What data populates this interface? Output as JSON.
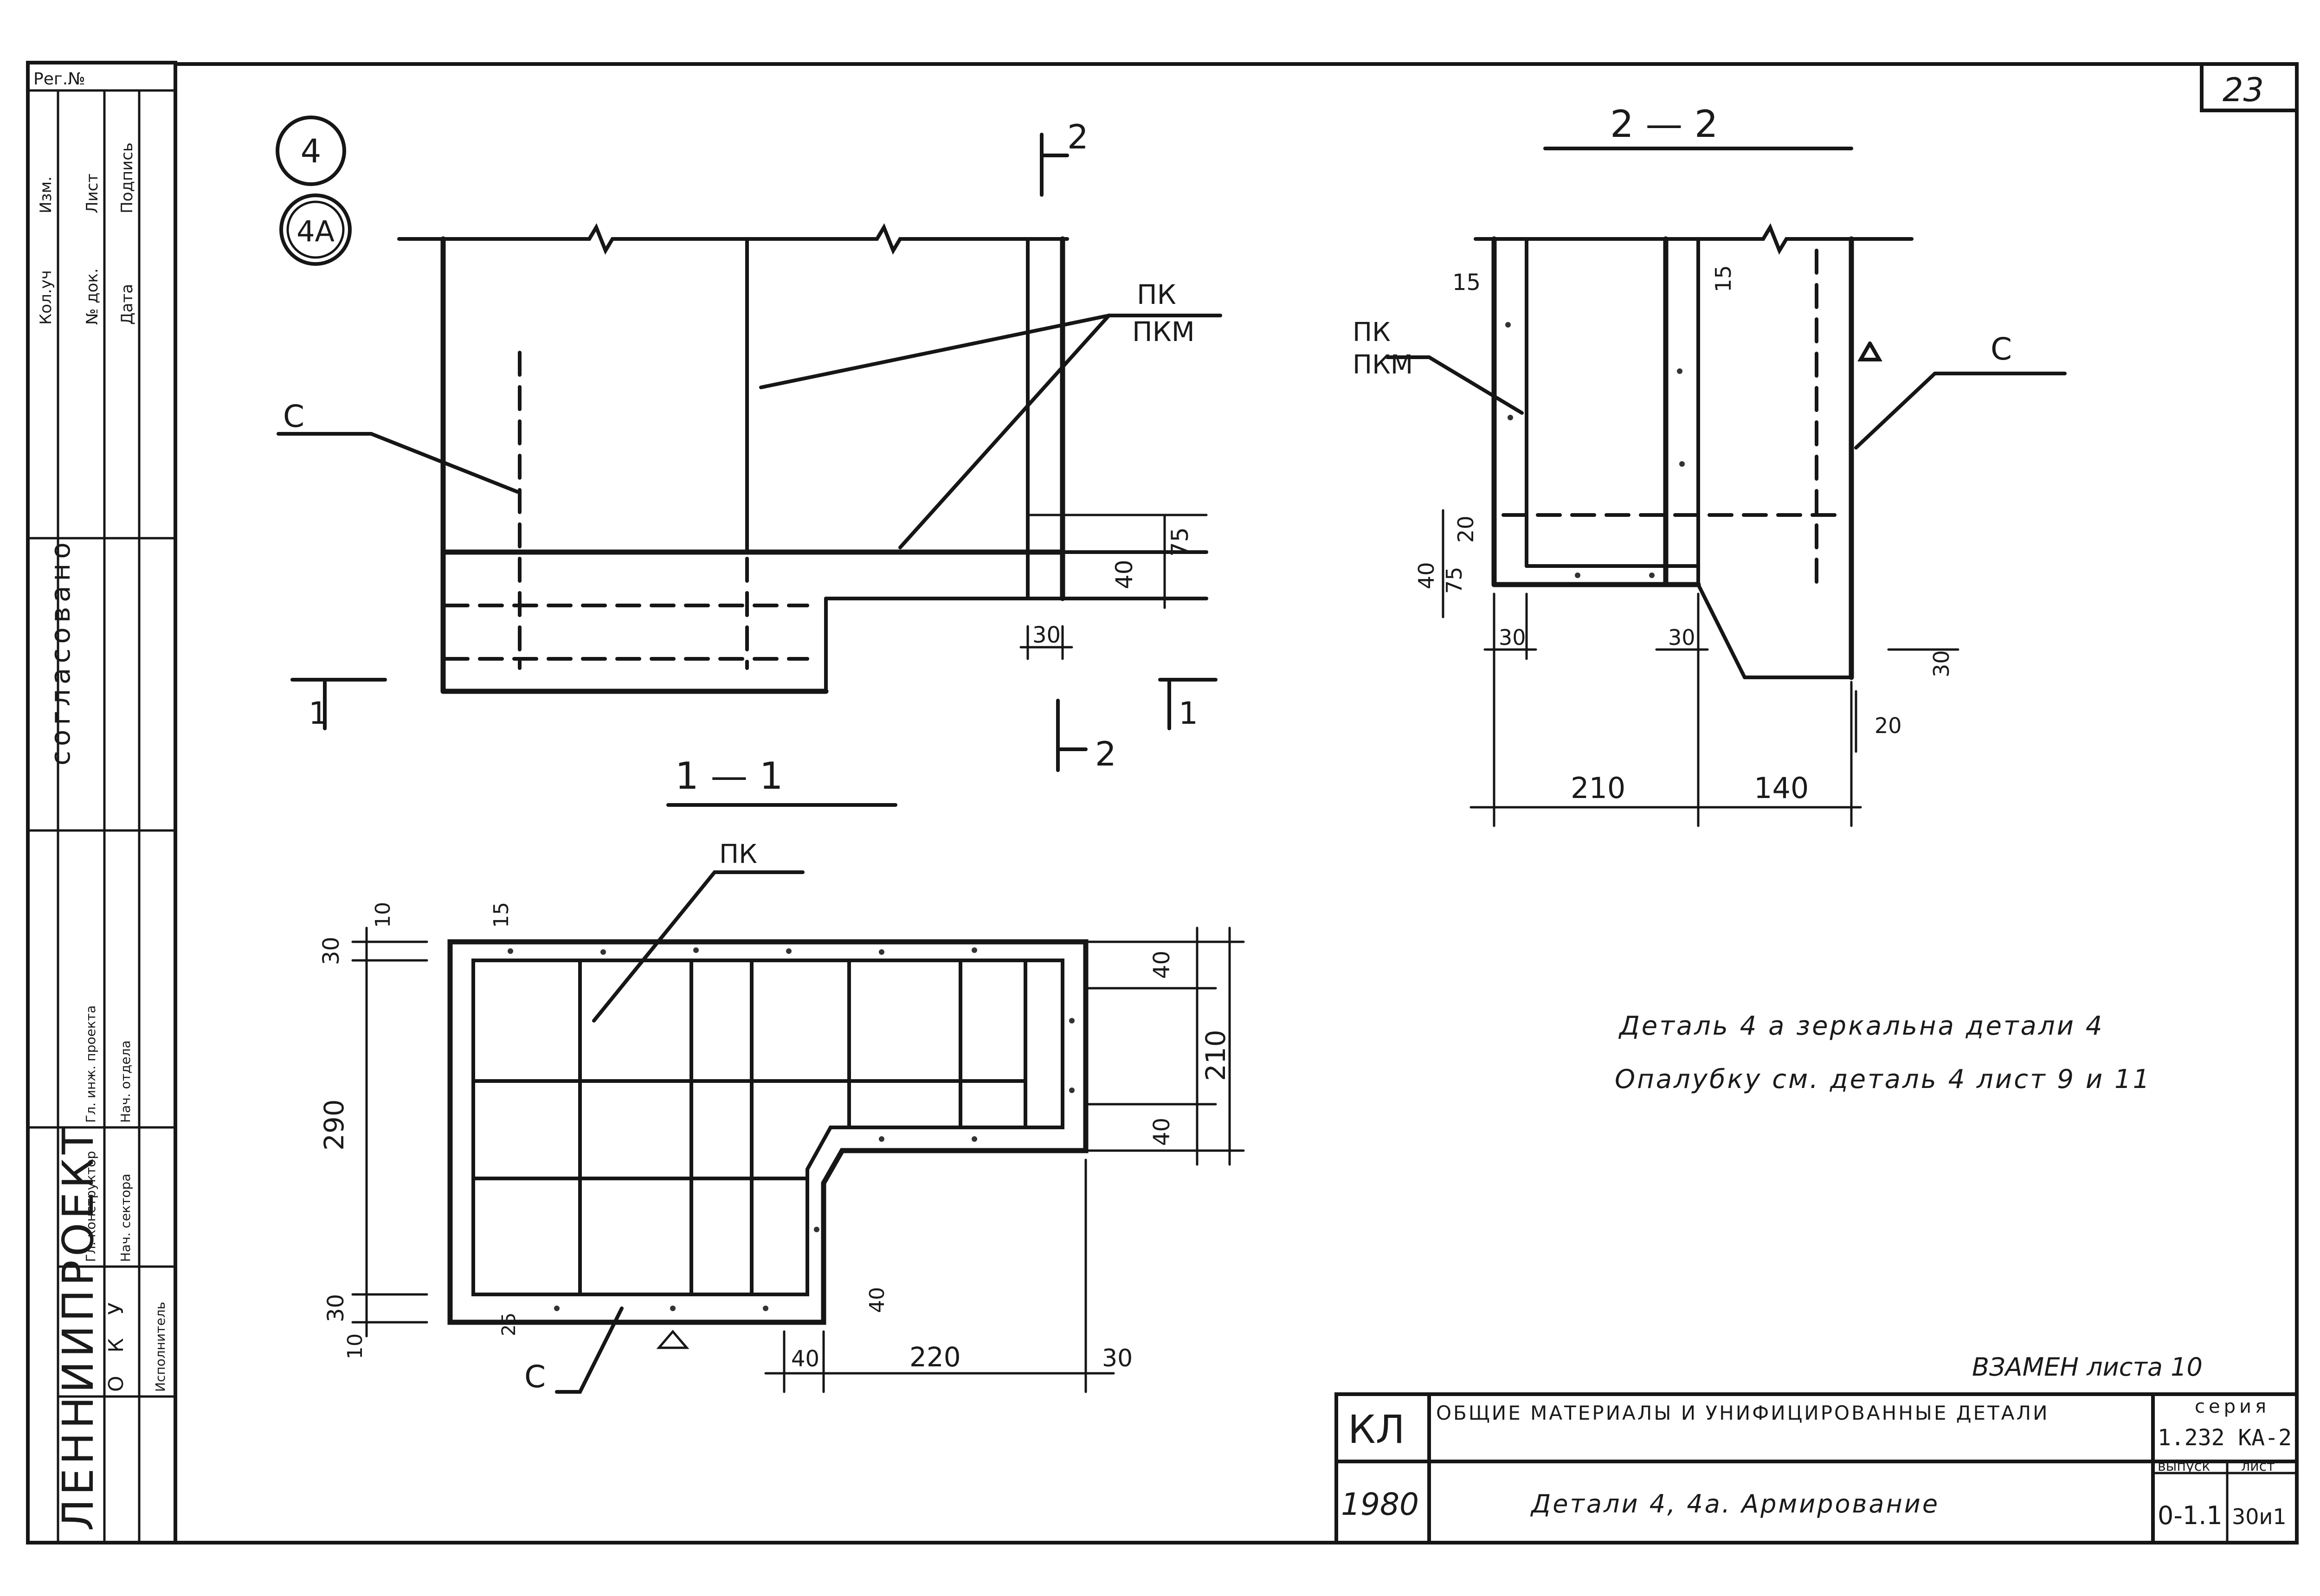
{
  "sheet": {
    "sheet_number": "23",
    "reg_label": "Рег.№",
    "detail_marks": [
      "4",
      "4А"
    ],
    "org_name": "ЛЕННИИПРОЕКТ",
    "okb_label": "О К У",
    "agreed_label": "согласовано",
    "sidebar_top_labels": [
      "Изм.",
      "Кол.уч",
      "Лист",
      "№ док.",
      "Подпись",
      "Дата"
    ],
    "sidebar_roles": [
      "Гл. инж. проекта",
      "Нач. отдела",
      "Гл. конструктор",
      "Нач. сектора",
      "Исполнитель"
    ]
  },
  "views": {
    "elevation": {
      "section_cut": "2",
      "section_cut_bottom": "2",
      "section_mark_left": "1",
      "section_mark_right": "1",
      "label_c": "С",
      "label_pk": "ПК",
      "label_pkm": "ПКМ",
      "dims": [
        "75",
        "40",
        "30"
      ]
    },
    "section_1_1": {
      "title": "1 — 1"
    },
    "section_2_2": {
      "title": "2 — 2",
      "label_c": "С",
      "label_pk": "ПК",
      "label_pkm": "ПКМ",
      "dims": [
        "15",
        "15",
        "20",
        "40",
        "75",
        "30",
        "30",
        "30",
        "20",
        "210",
        "140"
      ]
    },
    "plan": {
      "label_pk": "ПК",
      "label_c": "С",
      "dims_left": [
        "30",
        "10",
        "15",
        "290",
        "30",
        "10"
      ],
      "dims_right": [
        "40",
        "210",
        "40"
      ],
      "dims_bottom": [
        "40",
        "220",
        "30",
        "40",
        "25"
      ]
    }
  },
  "notes": {
    "line1": "Деталь 4 а зеркальна детали 4",
    "line2": "Опалубку см. деталь 4 лист 9 и 11",
    "replaces": "ВЗАМЕН листа 10"
  },
  "title_block": {
    "code": "КЛ",
    "year": "1980",
    "header": "ОБЩИЕ МАТЕРИАЛЫ И УНИФИЦИРОВАННЫЕ ДЕТАЛИ",
    "subheader": "",
    "title": "Детали 4, 4а. Армирование",
    "series_label": "серия",
    "series_value": "1.232 КА-2",
    "issue_label": "выпуск",
    "issue_value": "0-1.1",
    "sheet_label": "лист",
    "sheet_value": "30и1"
  }
}
